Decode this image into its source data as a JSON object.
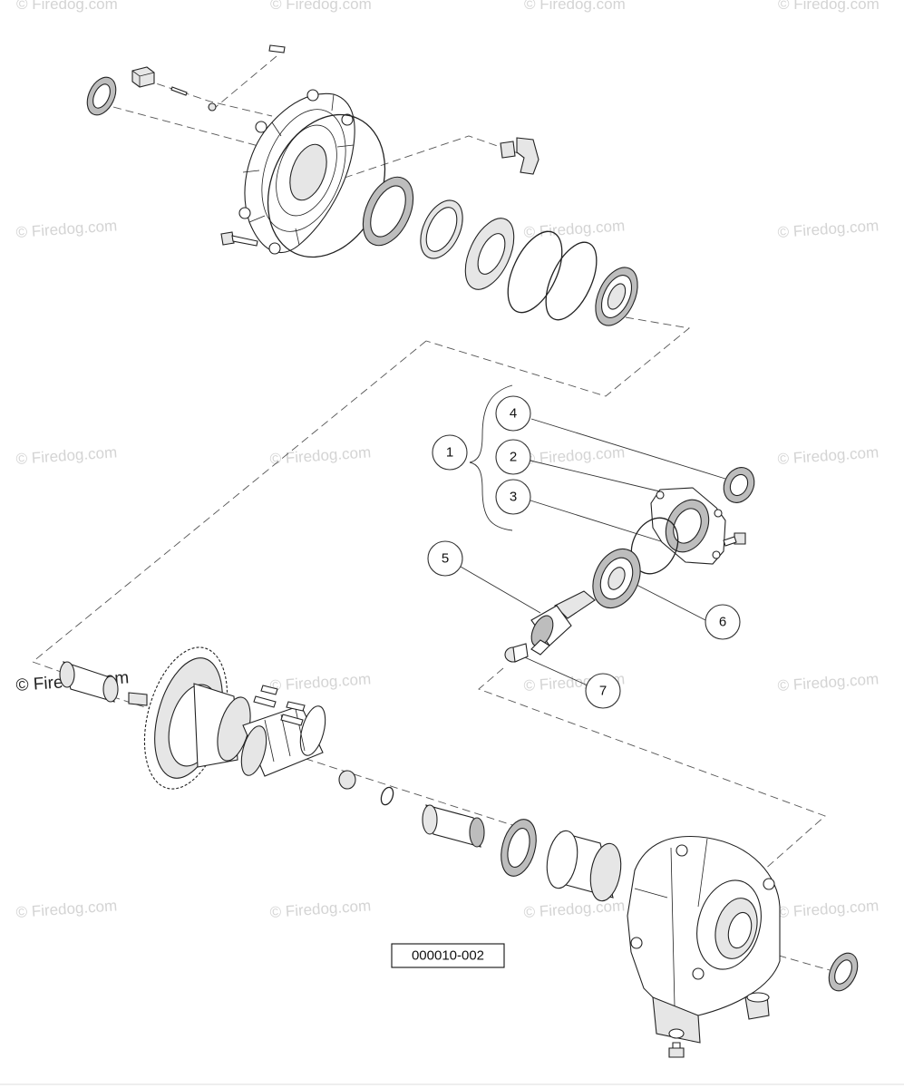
{
  "watermark": {
    "text": "© Firedog.com"
  },
  "diagram_code": "000010-002",
  "callouts": [
    "1",
    "2",
    "3",
    "4",
    "5",
    "6",
    "7"
  ]
}
